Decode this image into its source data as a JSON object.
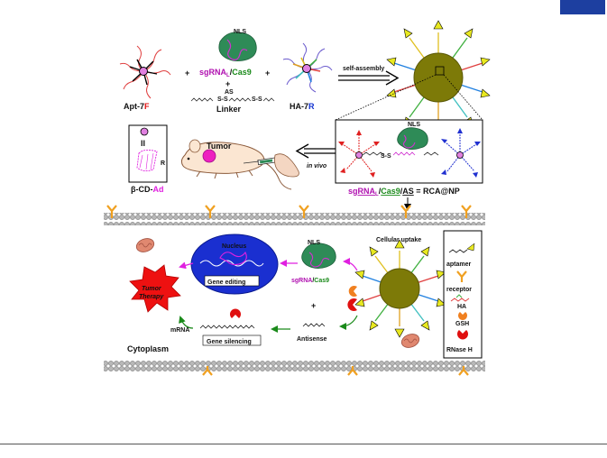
{
  "colors": {
    "nanoparticle": "#7d7a08",
    "cas9": "#2e8b57",
    "membrane": "#9a9a9a",
    "receptor": "#f0a020",
    "nucleus": "#1a2fd0",
    "tumor": "#ee1111",
    "accent_tab": "#1d3fa0"
  },
  "top_row": {
    "apt": {
      "prefix": "Apt-7",
      "suffix": "F"
    },
    "plus": "+",
    "cas_complex": {
      "nls": "NLS",
      "sgrna": "sgRNA",
      "sub": "L",
      "slash": "/",
      "cas9": "Cas9"
    },
    "linker": {
      "as": "AS",
      "ss1": "S-S",
      "ss2": "S-S",
      "label": "Linker"
    },
    "ha": {
      "prefix": "HA-7",
      "suffix": "R"
    },
    "self_assembly": "self-assembly"
  },
  "middle_row": {
    "cd_box": {
      "roman": "II",
      "r": "R",
      "b": "β-CD-",
      "ad": "Ad"
    },
    "tumor_label": "Tumor",
    "in_vivo": "in vivo",
    "zoom_box": {
      "nls": "NLS",
      "ss": "S-S"
    },
    "formula": {
      "sg": "sg",
      "rna": "RNA",
      "sub": "L",
      "s1": "/",
      "cas9": "Cas9",
      "s2": "/",
      "as": "AS",
      "eq": " = RCA@NP"
    }
  },
  "cell": {
    "cellular_uptake": "Cellular uptake",
    "nucleus": "Nucleus",
    "gene_editing": "Gene editing",
    "nls": "NLS",
    "sgrna_cas9": {
      "sgrna": "sgRNA",
      "slash": "/",
      "cas9": "Cas9"
    },
    "plus": "+",
    "tumor_therapy": [
      "Tumor",
      "Therapy"
    ],
    "mrna": "mRNA",
    "gene_silencing": "Gene silencing",
    "antisense": "Antisense",
    "cytoplasm": "Cytoplasm"
  },
  "legend": [
    {
      "icon": "aptamer-icon",
      "label": "aptamer"
    },
    {
      "icon": "receptor-icon",
      "label": "receptor"
    },
    {
      "icon": "ha-icon",
      "label": "HA"
    },
    {
      "icon": "gsh-icon",
      "label": "GSH"
    },
    {
      "icon": "rnase-h-icon",
      "label": "RNase H"
    }
  ]
}
